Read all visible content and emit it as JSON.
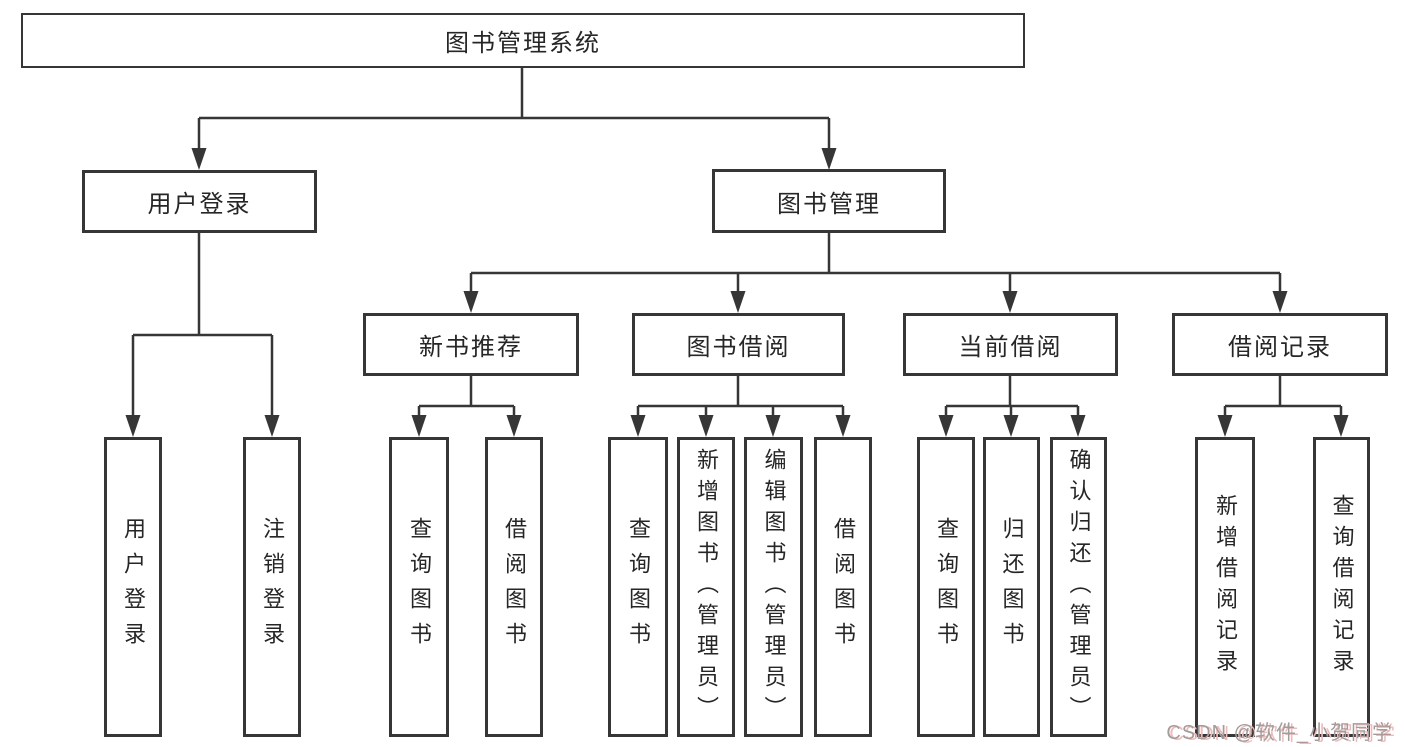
{
  "tree": {
    "root": {
      "label": "图书管理系统",
      "children": [
        {
          "label": "用户登录",
          "children": [
            {
              "label": "用户登录"
            },
            {
              "label": "注销登录"
            }
          ]
        },
        {
          "label": "图书管理",
          "children": [
            {
              "label": "新书推荐",
              "children": [
                {
                  "label": "查询图书"
                },
                {
                  "label": "借阅图书"
                }
              ]
            },
            {
              "label": "图书借阅",
              "children": [
                {
                  "label": "查询图书"
                },
                {
                  "label": "新增图书（管理员）"
                },
                {
                  "label": "编辑图书（管理员）"
                },
                {
                  "label": "借阅图书"
                }
              ]
            },
            {
              "label": "当前借阅",
              "children": [
                {
                  "label": "查询图书"
                },
                {
                  "label": "归还图书"
                },
                {
                  "label": "确认归还（管理员）"
                }
              ]
            },
            {
              "label": "借阅记录",
              "children": [
                {
                  "label": "新增借阅记录"
                },
                {
                  "label": "查询借阅记录"
                }
              ]
            }
          ]
        }
      ]
    }
  },
  "watermark": {
    "text": "CSDN @软件_小贺同学"
  },
  "colors": {
    "line": "#363636",
    "box_border": "#363636",
    "text": "#262626",
    "background": "#ffffff",
    "watermark_gray": "#9e9e9e",
    "watermark_pink": "#f3b8b8"
  }
}
